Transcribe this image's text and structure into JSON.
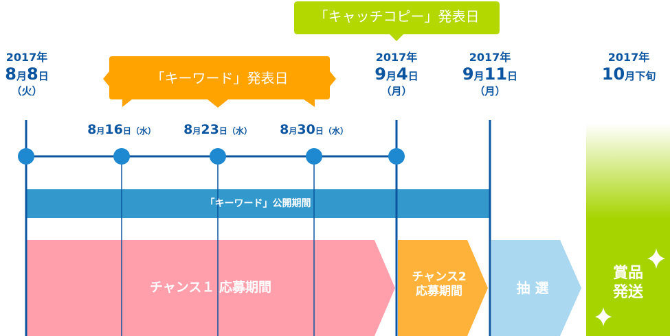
{
  "colors": {
    "text": "#0b55a0",
    "line": "#0b55a0",
    "dot": "#1e88d0",
    "publish_bar": "#3399cc",
    "chance1": "#ff9fab",
    "chance2": "#ffb23a",
    "lottery": "#a9d8f0",
    "prize": "#a6d400",
    "keyword_callout": "#ffa300",
    "catchcopy_callout": "#b2d800"
  },
  "callouts": {
    "catchcopy": "「キャッチコピー」発表日",
    "keyword": "「キーワード」発表日"
  },
  "dates": [
    {
      "year": "2017年",
      "m": "8",
      "mu": "月",
      "d": "8",
      "du": "日",
      "dow": "（火）"
    },
    {
      "year": "2017年",
      "m": "9",
      "mu": "月",
      "d": "4",
      "du": "日",
      "dow": "（月）"
    },
    {
      "year": "2017年",
      "m": "9",
      "mu": "月",
      "d": "11",
      "du": "日",
      "dow": "（月）"
    },
    {
      "year": "2017年",
      "m": "10",
      "mu": "月下旬"
    }
  ],
  "keyword_dates": [
    {
      "m": "8",
      "mu": "月",
      "d": "16",
      "du": "日",
      "dow": "（水）"
    },
    {
      "m": "8",
      "mu": "月",
      "d": "23",
      "du": "日",
      "dow": "（水）"
    },
    {
      "m": "8",
      "mu": "月",
      "d": "30",
      "du": "日",
      "dow": "（水）"
    }
  ],
  "periods": {
    "publish": "「キーワード」公開期間",
    "chance1": "チャンス１ 応募期間",
    "chance2_l1": "チャンス2",
    "chance2_l2": "応募期間",
    "lottery": "抽 選",
    "prize_l1": "賞品",
    "prize_l2": "発送"
  }
}
